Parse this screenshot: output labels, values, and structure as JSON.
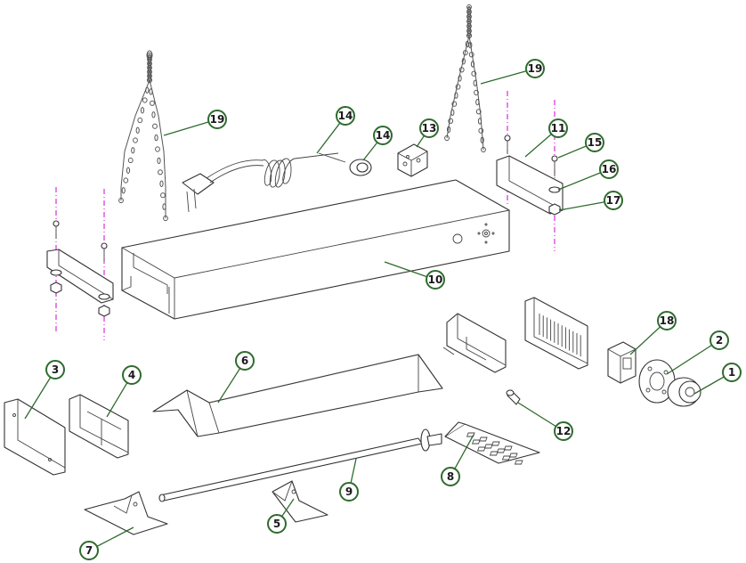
{
  "callouts": [
    {
      "id": "c1",
      "label": "1"
    },
    {
      "id": "c2",
      "label": "2"
    },
    {
      "id": "c3",
      "label": "3"
    },
    {
      "id": "c4",
      "label": "4"
    },
    {
      "id": "c5",
      "label": "5"
    },
    {
      "id": "c6",
      "label": "6"
    },
    {
      "id": "c7",
      "label": "7"
    },
    {
      "id": "c8",
      "label": "8"
    },
    {
      "id": "c9",
      "label": "9"
    },
    {
      "id": "c10",
      "label": "10"
    },
    {
      "id": "c11",
      "label": "11"
    },
    {
      "id": "c12",
      "label": "12"
    },
    {
      "id": "c13",
      "label": "13"
    },
    {
      "id": "c14a",
      "label": "14"
    },
    {
      "id": "c14b",
      "label": "14"
    },
    {
      "id": "c15",
      "label": "15"
    },
    {
      "id": "c16",
      "label": "16"
    },
    {
      "id": "c17",
      "label": "17"
    },
    {
      "id": "c18",
      "label": "18"
    },
    {
      "id": "c19a",
      "label": "19"
    },
    {
      "id": "c19b",
      "label": "19"
    }
  ],
  "colors": {
    "callout_ring": "#2f6b2f",
    "axis_line": "#d400d4",
    "part_outline": "#333333"
  }
}
